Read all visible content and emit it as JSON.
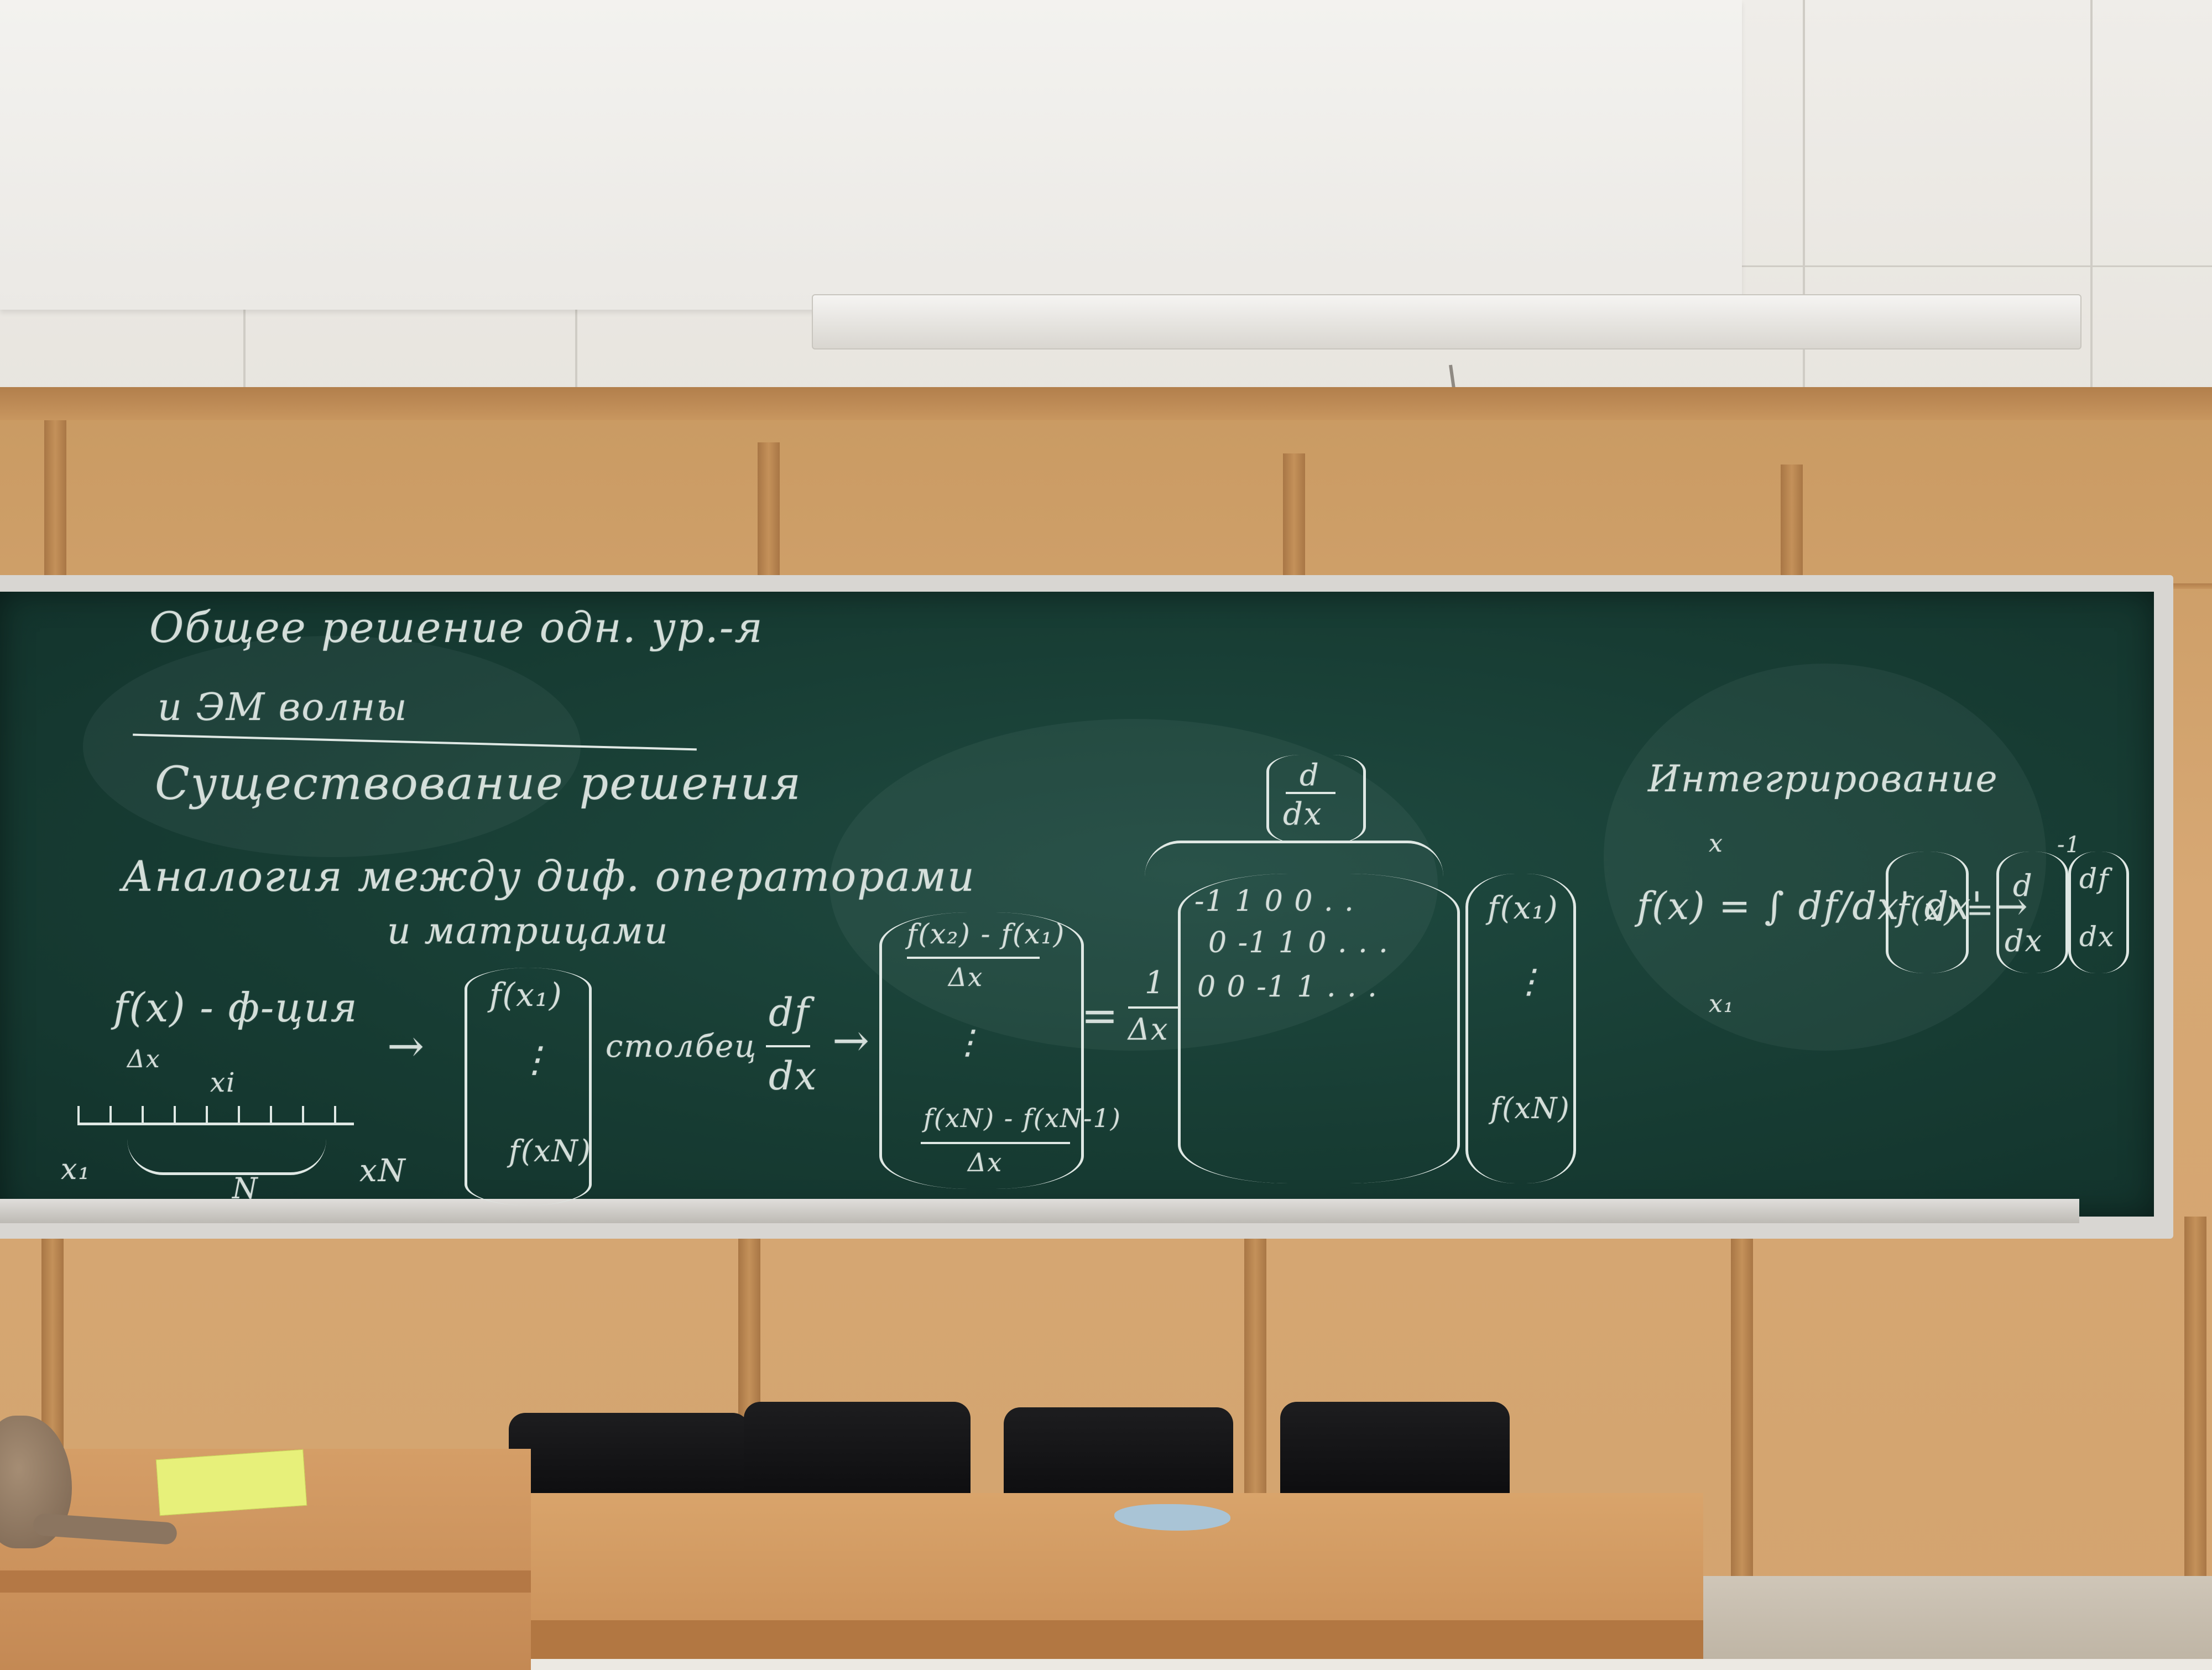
{
  "board": {
    "title_line1": "Общее решение одн. ур.-я",
    "title_line2": "и ЭМ волны",
    "heading_existence": "Существование решения",
    "heading_analogy_1": "Аналогия между диф. операторами",
    "heading_analogy_2": "и матрицами",
    "fx_def": "f(x) - ф-ция",
    "arrow_1": "→",
    "column_top": "f(x₁)",
    "column_dots": "⋮",
    "column_bottom": "f(xN)",
    "column_word": "столбец",
    "df": "df",
    "dx": "dx",
    "arrow_2": "→",
    "diff_top_num": "f(x₂) - f(x₁)",
    "diff_top_den": "Δx",
    "diff_dots": "⋮",
    "diff_bot_num": "f(xN) - f(xN-1)",
    "diff_bot_den": "Δx",
    "equals": "=",
    "one": "1",
    "delta_x": "Δx",
    "op_d": "d",
    "op_dx": "dx",
    "matrix_row1": "-1  1  0  0 . .",
    "matrix_row2": "0 -1  1  0 . . .",
    "matrix_row3": "0  0 -1  1 . . .",
    "vec_top": "f(x₁)",
    "vec_dots": "⋮",
    "vec_bottom": "f(xN)",
    "integration_heading": "Интегрирование",
    "int_upper": "x",
    "int_lower": "x₁",
    "int_formula": "f(x) = ∫ df/dx' dx' →",
    "int_f": "f(x)",
    "int_eq": "=",
    "int_d": "d",
    "int_dx": "dx",
    "int_power": "-1",
    "int_df": "df",
    "int_dx2": "dx",
    "axis_dx": "Δx",
    "axis_xi": "xi",
    "axis_x1": "x₁",
    "axis_N": "N",
    "axis_xN": "xN"
  }
}
